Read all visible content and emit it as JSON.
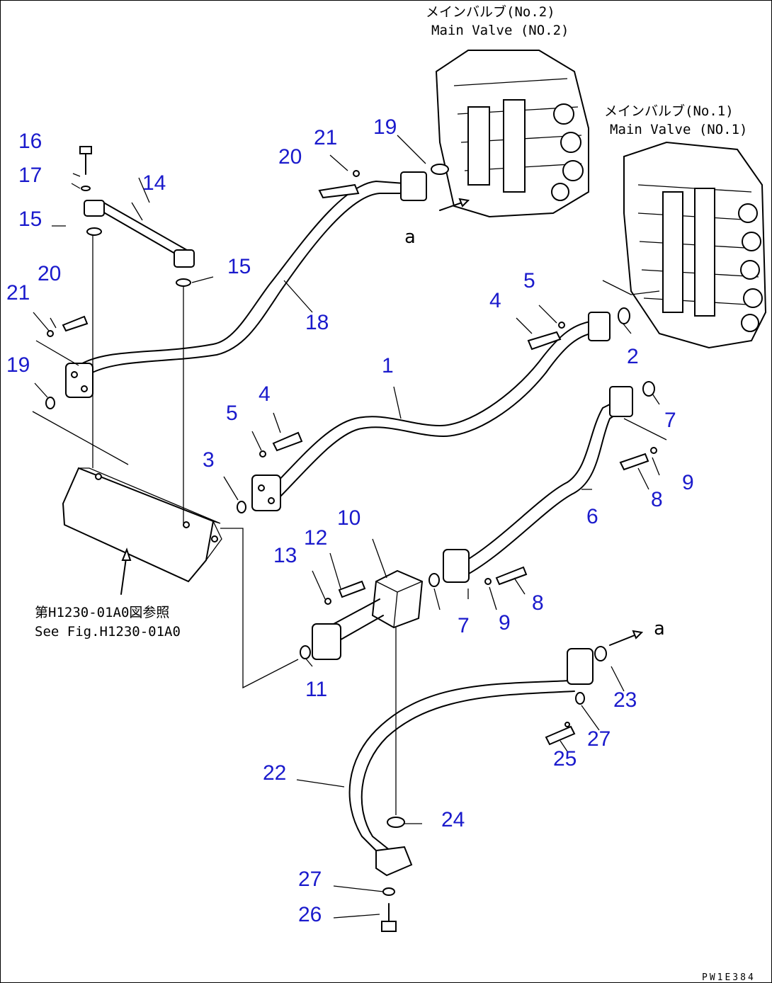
{
  "labels": {
    "main_valve_no2_jp": "メインバルブ(No.2)",
    "main_valve_no2_en": "Main Valve (NO.2)",
    "main_valve_no1_jp": "メインバルブ(No.1)",
    "main_valve_no1_en": "Main Valve (NO.1)",
    "see_fig_jp": "第H1230-01A0図参照",
    "see_fig_en": "See Fig.H1230-01A0",
    "view_a_top": "a",
    "view_a_bottom": "a",
    "drawing_code": "PW1E384"
  },
  "callouts": [
    "1",
    "2",
    "3",
    "4",
    "4",
    "5",
    "5",
    "6",
    "7",
    "7",
    "8",
    "8",
    "9",
    "9",
    "10",
    "11",
    "12",
    "13",
    "14",
    "15",
    "15",
    "16",
    "17",
    "19",
    "19",
    "20",
    "20",
    "21",
    "21",
    "18",
    "22",
    "23",
    "24",
    "25",
    "26",
    "27",
    "27"
  ],
  "colors": {
    "callout": "#1a1acc",
    "line": "#000000"
  }
}
